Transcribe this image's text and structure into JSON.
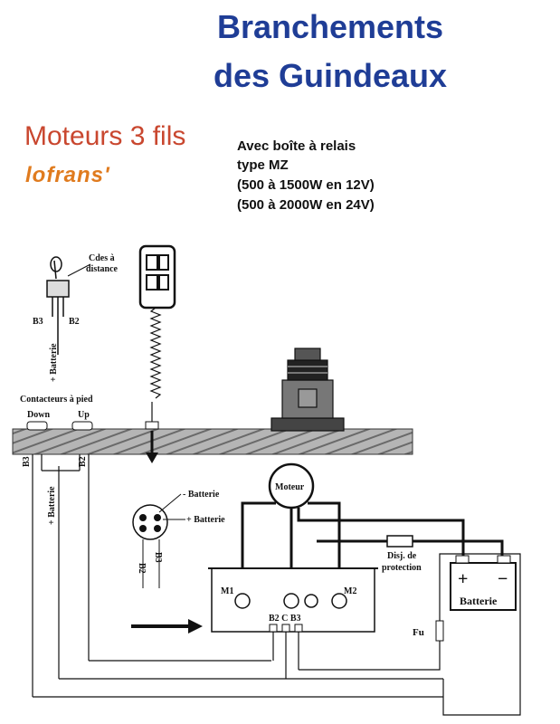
{
  "header": {
    "title_line1": "Branchements",
    "title_line2": "des Guindeaux",
    "subtitle": "Moteurs 3 fils",
    "brand": "lofrans'"
  },
  "info": {
    "line1": "Avec boîte à relais",
    "line2": "type MZ",
    "line3": "(500 à 1500W en 12V)",
    "line4": "(500 à 2000W en 24V)"
  },
  "labels": {
    "remote": "Cdes à",
    "remote2": "distance",
    "b3": "B3",
    "b2": "B2",
    "batt_plus_vertical": "+ Batterie",
    "foot_switches": "Contacteurs à pied",
    "down": "Down",
    "up": "Up",
    "minus_batt": "- Batterie",
    "plus_batt": "+ Batterie",
    "motor": "Moteur",
    "m1": "M1",
    "m2": "M2",
    "terminals": "B2  C  B3",
    "disj": "Disj. de",
    "protection": "protection",
    "battery": "Batterie",
    "plus": "+",
    "minus": "−",
    "fuse": "Fu"
  },
  "colors": {
    "title": "#1f3d96",
    "subtitle": "#c9472f",
    "brand": "#e07b1e",
    "line": "#111111",
    "deck": "#8a8a8a"
  }
}
